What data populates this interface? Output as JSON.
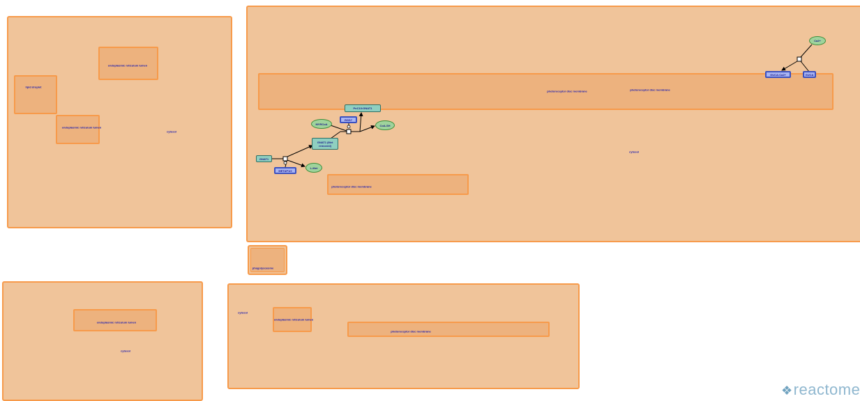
{
  "panels": {
    "p1": {
      "inner_labels": [
        "endoplasmic reticulum lumen",
        "lipid droplet",
        "endoplasmic reticulum lumen"
      ],
      "outer_label": "cytosol"
    },
    "p2": {
      "membrane_label_a": "photoreceptor disc membrane",
      "membrane_label_b": "photoreceptor disc membrane",
      "lower_membrane_label": "photoreceptor disc membrane",
      "outer_label": "cytosol"
    },
    "p3": {
      "label": "phagolysosome"
    },
    "p4": {
      "inner_label": "endoplasmic reticulum lumen",
      "outer_label": "cytosol"
    },
    "p5": {
      "outer_label": "cytosol",
      "inner_label": "endoplasmic reticulum lumen",
      "membrane_label": "photoreceptor disc membrane"
    }
  },
  "nodes": {
    "ca": "Ca2+",
    "guca_ca": "GUCA:Ca2+",
    "guca": "GUCA",
    "pnc": "PnC10:GNAT1",
    "rgs": "RGS7",
    "myr": "MYRCoA",
    "coasm": "CoA-SH",
    "gnat_rem": "GNAT1 (Met removed)",
    "gnat1": "GNAT1",
    "metap": "METAP1/2",
    "lmet": "L-Met"
  },
  "logo": {
    "text": "reactome"
  }
}
